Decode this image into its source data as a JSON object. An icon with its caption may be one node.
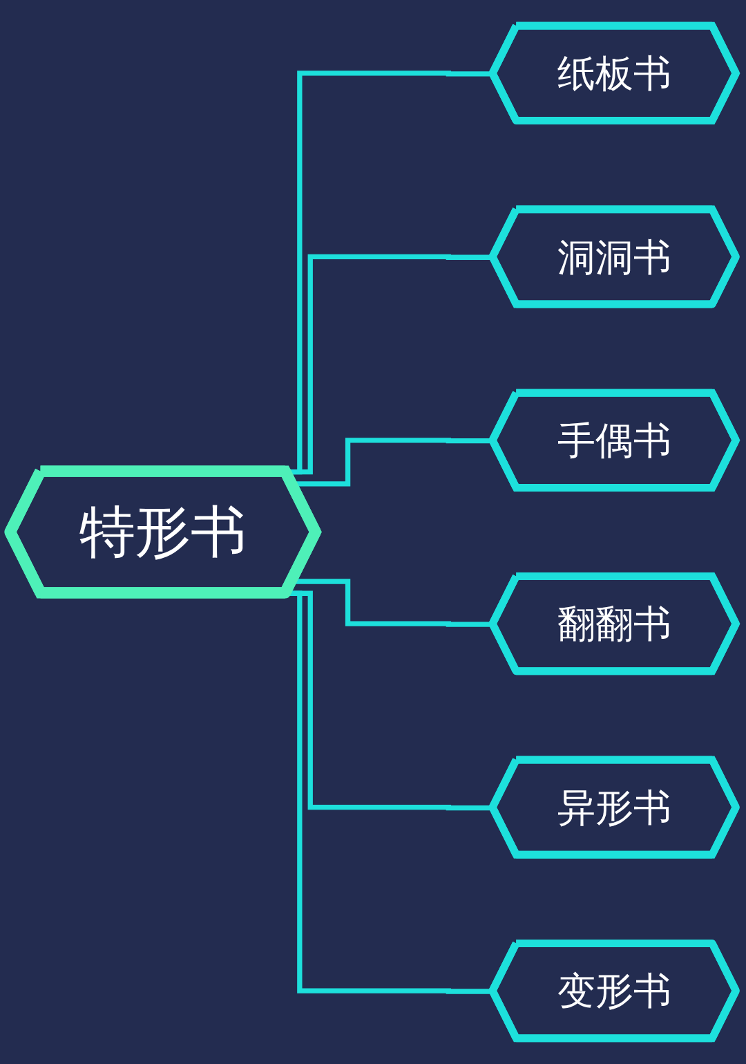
{
  "diagram": {
    "nodes": [
      {
        "text": [
          "特形书"
        ]
      },
      {
        "text": [
          "纸板书"
        ]
      },
      {
        "text": [
          "洞洞书"
        ]
      },
      {
        "text": [
          "手偶书"
        ]
      },
      {
        "text": [
          "翻翻书"
        ]
      },
      {
        "text": [
          "异形书"
        ]
      },
      {
        "text": [
          "变形书"
        ]
      }
    ],
    "edges": [
      {
        "from": 0,
        "to": 1,
        "arrow": "none"
      },
      {
        "from": 0,
        "to": 2,
        "arrow": "none"
      },
      {
        "from": 0,
        "to": 3,
        "arrow": "none"
      },
      {
        "from": 0,
        "to": 4,
        "arrow": "none"
      },
      {
        "from": 0,
        "to": 5,
        "arrow": "none"
      },
      {
        "from": 0,
        "to": 6,
        "arrow": "none"
      }
    ]
  }
}
